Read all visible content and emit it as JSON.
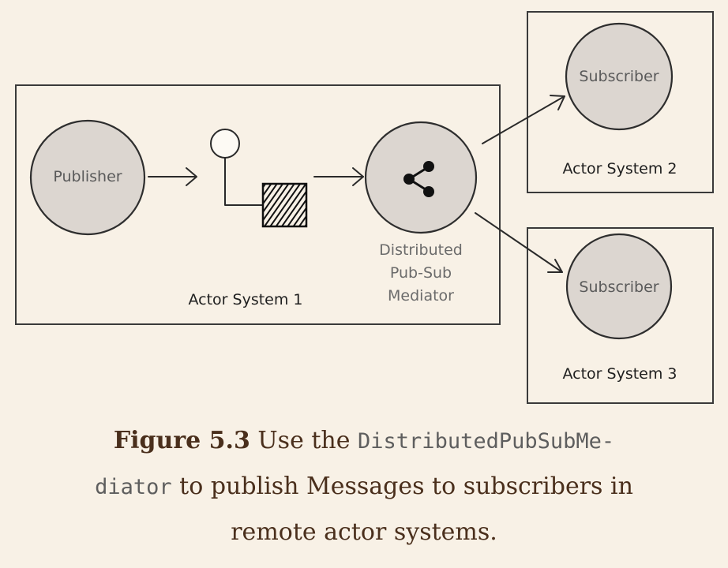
{
  "diagram": {
    "publisher_label": "Publisher",
    "mediator_label_lines": [
      "Distributed",
      "Pub-Sub",
      "Mediator"
    ],
    "actor_system_1_label": "Actor System 1",
    "subscriber_1_label": "Subscriber",
    "actor_system_2_label": "Actor System 2",
    "subscriber_2_label": "Subscriber",
    "actor_system_3_label": "Actor System 3",
    "mediator_icon": "share-icon",
    "message_icon": "message-icon"
  },
  "caption": {
    "figure_number": "Figure 5.3",
    "text_1": " Use the ",
    "code_line_1": "DistributedPubSubMe-",
    "code_line_2": "diator",
    "text_2": " to publish Messages to subscribers in",
    "text_3": "remote actor systems."
  }
}
